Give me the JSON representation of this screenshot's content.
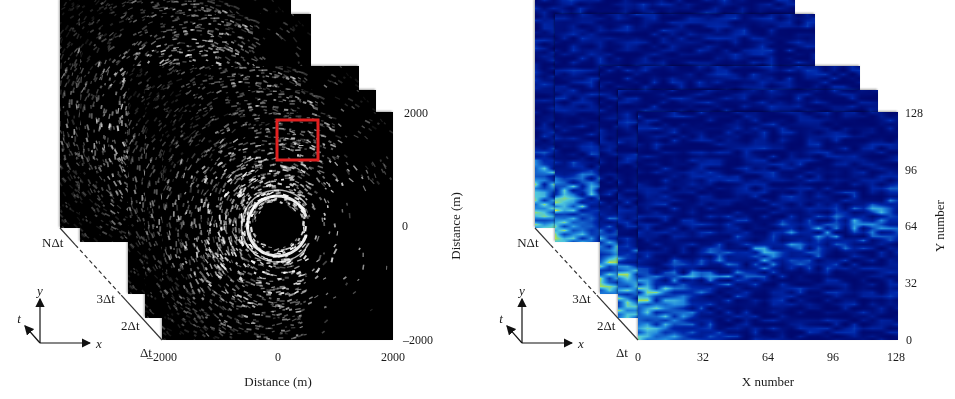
{
  "diagram": {
    "labels": [
      "NΔt",
      "3Δt",
      "2Δt",
      "Δt",
      "t",
      "y",
      "x",
      "2000",
      "0",
      "–2000",
      "Distance (m)",
      "–2000",
      "0",
      "2000",
      "Distance (m)",
      "NΔt",
      "3Δt",
      "2Δt",
      "Δt",
      "t",
      "y",
      "x",
      "128",
      "96",
      "64",
      "32",
      "0",
      "Y number",
      "0",
      "32",
      "64",
      "96",
      "128",
      "X number"
    ]
  }
}
